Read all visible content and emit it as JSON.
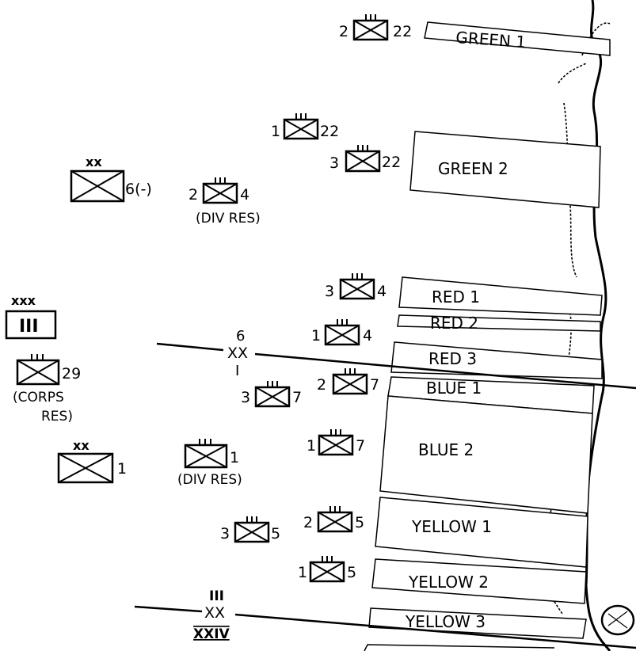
{
  "beaches": {
    "green1": "GREEN  1",
    "green2": "GREEN  2",
    "red1": "RED  1",
    "red2": "RED  2",
    "red3": "RED  3",
    "blue1": "BLUE  1",
    "blue2": "BLUE  2",
    "yellow1": "YELLOW  1",
    "yellow2": "YELLOW  2",
    "yellow3": "YELLOW  3"
  },
  "units": {
    "u2_22": {
      "left": "2",
      "right": "22"
    },
    "u1_22": {
      "left": "1",
      "right": "22"
    },
    "u3_22": {
      "left": "3",
      "right": "22"
    },
    "div6": {
      "echelon": "xx",
      "right": "6(-)"
    },
    "u2_4": {
      "left": "2",
      "right": "4",
      "note": "(DIV RES)"
    },
    "u3_4": {
      "left": "3",
      "right": "4"
    },
    "u1_4": {
      "left": "1",
      "right": "4"
    },
    "corps3": {
      "echelon": "xxx",
      "numeral": "III"
    },
    "u29": {
      "right": "29",
      "note1": "(CORPS",
      "note2": "RES)"
    },
    "u3_7": {
      "left": "3",
      "right": "7"
    },
    "u2_7": {
      "left": "2",
      "right": "7"
    },
    "u1_7": {
      "left": "1",
      "right": "7"
    },
    "div1": {
      "echelon": "xx",
      "right": "1"
    },
    "u1_div": {
      "right": "1",
      "note": "(DIV RES)"
    },
    "u3_5": {
      "left": "3",
      "right": "5"
    },
    "u2_5": {
      "left": "2",
      "right": "5"
    },
    "u1_5": {
      "left": "1",
      "right": "5"
    }
  },
  "boundaries": {
    "div_boundary": {
      "top": "6",
      "mid": "XX",
      "bottom": "I"
    },
    "corps_boundary": {
      "top": "III",
      "mid": "XX",
      "bottom": "XXIV"
    }
  }
}
